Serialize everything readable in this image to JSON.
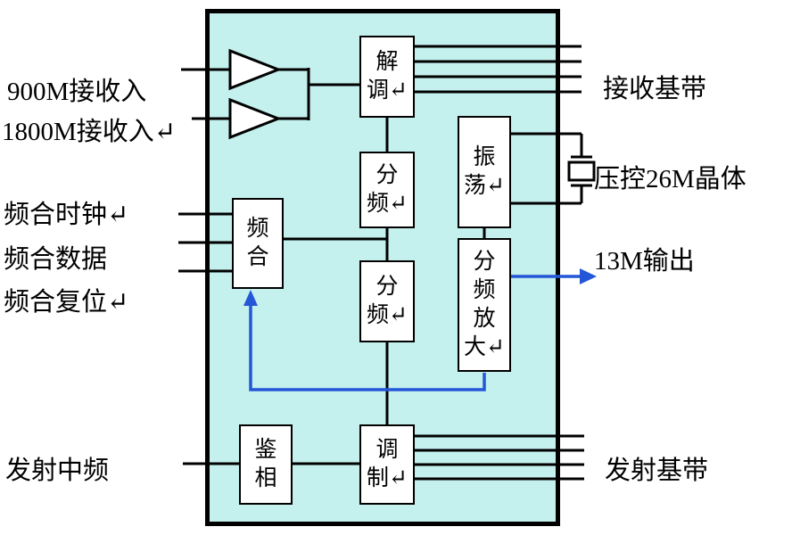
{
  "diagram": {
    "left_labels": {
      "rx900": "900M接收入",
      "rx1800": "1800M接收入↵",
      "synth_clock": "频合时钟↵",
      "synth_data": "频合数据",
      "synth_reset": "频合复位↵",
      "tx_if": "发射中频"
    },
    "right_labels": {
      "rx_baseband": "接收基带",
      "crystal": "压控26M晶体",
      "out_13m": "13M输出",
      "tx_baseband": "发射基带"
    },
    "blocks": {
      "demod": "解\n调↵",
      "divider1": "分\n频↵",
      "divider2": "分\n频↵",
      "oscillator": "振\n荡↵",
      "synthesizer": "频\n合",
      "divider_amp": "分\n频\n放\n大↵",
      "phase_detector": "鉴\n相",
      "modulator": "调\n制↵"
    },
    "colors": {
      "box_fill": "#c4f0ee",
      "line": "#000000",
      "signal_blue": "#2456d8"
    }
  }
}
